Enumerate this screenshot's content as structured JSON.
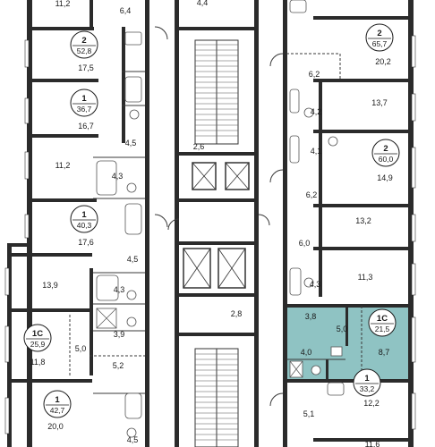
{
  "plan": {
    "apartments": [
      {
        "id": "apt-a",
        "type": "2",
        "area": "52,8"
      },
      {
        "id": "apt-b",
        "type": "1",
        "area": "36,7"
      },
      {
        "id": "apt-c",
        "type": "1",
        "area": "40,3"
      },
      {
        "id": "apt-d",
        "type": "1С",
        "area": "25,9"
      },
      {
        "id": "apt-e",
        "type": "1",
        "area": "42,7"
      },
      {
        "id": "apt-f",
        "type": "2",
        "area": "65,7"
      },
      {
        "id": "apt-g",
        "type": "2",
        "area": "60,0"
      },
      {
        "id": "apt-h",
        "type": "1С",
        "area": "21,5"
      },
      {
        "id": "apt-i",
        "type": "1",
        "area": "33,2"
      }
    ],
    "rooms_left": [
      "11,2",
      "6,4",
      "17,5",
      "16,7",
      "4,5",
      "11,2",
      "4,3",
      "17,6",
      "4,5",
      "13,9",
      "4,3",
      "5,0",
      "3,9",
      "11,8",
      "5,2",
      "20,0",
      "4,5"
    ],
    "rooms_core": [
      "4,4",
      "2,6",
      "2,8"
    ],
    "rooms_right": [
      "20,2",
      "6,2",
      "4,2",
      "13,7",
      "4,1",
      "14,9",
      "6,2",
      "13,2",
      "6,0",
      "11,3",
      "4,3",
      "3,8",
      "5,0",
      "8,7",
      "4,0",
      "12,2",
      "5,1",
      "11,6"
    ],
    "highlight_color": "#8fc3c3"
  }
}
